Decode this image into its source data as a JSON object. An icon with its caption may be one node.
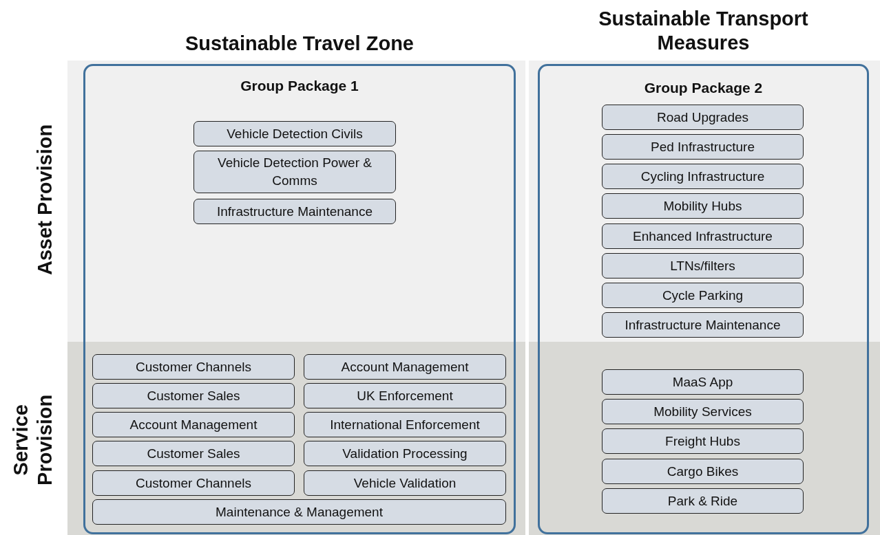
{
  "diagram": {
    "nodes": [
      {
        "text": [
          "Sustainable Travel Zone",
          "Group Package 1"
        ]
      },
      {
        "text": [
          "Vehicle Detection Civils"
        ],
        "in": 0
      },
      {
        "text": [
          "Vehicle Detection Power & Comms"
        ],
        "in": 0
      },
      {
        "text": [
          "Infrastructure Maintenance"
        ],
        "in": 0
      },
      {
        "text": [
          "Customer Channels"
        ],
        "in": 0
      },
      {
        "text": [
          "Account Management"
        ],
        "in": 0
      },
      {
        "text": [
          "Customer Sales"
        ],
        "in": 0
      },
      {
        "text": [
          "UK Enforcement"
        ],
        "in": 0
      },
      {
        "text": [
          "Account Management"
        ],
        "in": 0
      },
      {
        "text": [
          "International Enforcement"
        ],
        "in": 0
      },
      {
        "text": [
          "Customer Sales"
        ],
        "in": 0
      },
      {
        "text": [
          "Validation Processing"
        ],
        "in": 0
      },
      {
        "text": [
          "Customer Channels"
        ],
        "in": 0
      },
      {
        "text": [
          "Vehicle Validation"
        ],
        "in": 0
      },
      {
        "text": [
          "Maintenance & Management"
        ],
        "in": 0
      },
      {
        "text": [
          "Sustainable Transport Measures",
          "Group Package 2"
        ]
      },
      {
        "text": [
          "Road Upgrades"
        ],
        "in": 15
      },
      {
        "text": [
          "Ped Infrastructure"
        ],
        "in": 15
      },
      {
        "text": [
          "Cycling Infrastructure"
        ],
        "in": 15
      },
      {
        "text": [
          "Mobility Hubs"
        ],
        "in": 15
      },
      {
        "text": [
          "Enhanced Infrastructure"
        ],
        "in": 15
      },
      {
        "text": [
          "LTNs/filters"
        ],
        "in": 15
      },
      {
        "text": [
          "Cycle Parking"
        ],
        "in": 15
      },
      {
        "text": [
          "Infrastructure Maintenance"
        ],
        "in": 15
      },
      {
        "text": [
          "MaaS App"
        ],
        "in": 15
      },
      {
        "text": [
          "Mobility Services"
        ],
        "in": 15
      },
      {
        "text": [
          "Freight Hubs"
        ],
        "in": 15
      },
      {
        "text": [
          "Cargo Bikes"
        ],
        "in": 15
      },
      {
        "text": [
          "Park & Ride"
        ],
        "in": 15
      }
    ],
    "labels": [
      "Asset Provision",
      "Service Provision"
    ]
  }
}
